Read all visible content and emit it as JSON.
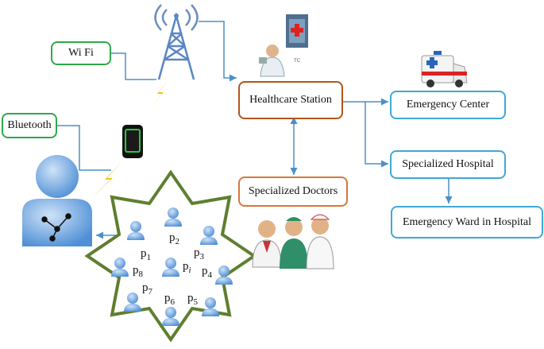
{
  "nodes": {
    "wifi": "Wi Fi",
    "bluetooth": "Bluetooth",
    "healthcare_station": "Healthcare Station",
    "emergency_center": "Emergency Center",
    "specialized_hospital": "Specialized Hospital",
    "emergency_ward": "Emergency Ward in Hospital",
    "specialized_doctors": "Specialized Doctors"
  },
  "hospital_tag": "TC",
  "patients": [
    {
      "base": "p",
      "sub": "1"
    },
    {
      "base": "p",
      "sub": "2"
    },
    {
      "base": "p",
      "sub": "3"
    },
    {
      "base": "p",
      "sub": "4"
    },
    {
      "base": "p",
      "sub": "5"
    },
    {
      "base": "p",
      "sub": "6"
    },
    {
      "base": "p",
      "sub": "7"
    },
    {
      "base": "p",
      "sub": "8"
    },
    {
      "base": "p",
      "sub": "i"
    }
  ],
  "colors": {
    "connector": "#4a90c8",
    "lightning": "#f2c21b",
    "star_border": "#5e7f2f",
    "person": "#6aa3de"
  }
}
